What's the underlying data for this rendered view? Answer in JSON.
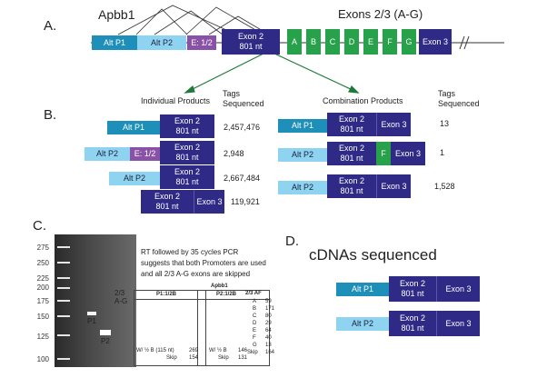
{
  "section_a": {
    "letter": "A.",
    "gene": "Apbb1",
    "exons_title": "Exons 2/3 (A-G)",
    "alt_p1": "Alt P1",
    "alt_p2": "Alt P2",
    "e12": "E: 1/2",
    "exon2": "Exon 2\n801 nt",
    "exons": [
      "A",
      "B",
      "C",
      "D",
      "E",
      "F",
      "G"
    ],
    "exon3": "Exon 3",
    "break_mark": "//"
  },
  "section_b": {
    "letter": "B.",
    "individual_header": "Individual Products",
    "tags_header_1": "Tags\nSequenced",
    "combination_header": "Combination Products",
    "tags_header_2": "Tags\nSequenced",
    "individual": [
      {
        "left": "Alt P1",
        "exon2": "Exon 2\n801 nt",
        "tags": "2,457,476"
      },
      {
        "left": "Alt P2",
        "mid": "E: 1/2",
        "exon2": "Exon 2\n801 nt",
        "tags": "2,948"
      },
      {
        "left": "Alt P2",
        "exon2": "Exon 2\n801 nt",
        "tags": "2,667,484"
      },
      {
        "exon2": "Exon 2\n801 nt",
        "exon3": "Exon 3",
        "tags": "119,921"
      }
    ],
    "combination": [
      {
        "left": "Alt P1",
        "exon2": "Exon 2\n801 nt",
        "exon3": "Exon 3",
        "tags": "13"
      },
      {
        "left": "Alt P2",
        "exon2": "Exon 2\n801 nt",
        "mid": "F",
        "exon3": "Exon 3",
        "tags": "1"
      },
      {
        "left": "Alt P2",
        "exon2": "Exon 2\n801 nt",
        "exon3": "Exon 3",
        "tags": "1,528"
      }
    ]
  },
  "section_c": {
    "letter": "C.",
    "ladder": [
      "275",
      "250",
      "225",
      "200",
      "175",
      "150",
      "125",
      "100"
    ],
    "band_p1": "P1",
    "band_p2": "P2",
    "band_ag": "2/3\nA-G",
    "note": "RT followed by 35 cycles PCR\nsuggests that both Promoters are used\nand all 2/3 A-G exons are skipped",
    "table_title": "Apbb1",
    "col_headers": [
      "P1:1/2B",
      "P2:1/2B",
      "2/3 AF"
    ],
    "p1_rows": [
      [
        "W/ ½ B (115 nt)",
        "269"
      ],
      [
        "Skip",
        "154"
      ]
    ],
    "p2_rows": [
      [
        "W/ ½ B",
        "146"
      ],
      [
        "Skip",
        "131"
      ]
    ],
    "af_rows": [
      [
        "A",
        "59"
      ],
      [
        "B",
        "171"
      ],
      [
        "C",
        "80"
      ],
      [
        "D",
        "29"
      ],
      [
        "E",
        "64"
      ],
      [
        "F",
        "40"
      ],
      [
        "G",
        "13"
      ],
      [
        "Skip",
        "164"
      ]
    ]
  },
  "section_d": {
    "letter": "D.",
    "title": "cDNAs sequenced",
    "rows": [
      {
        "left": "Alt P1",
        "exon2": "Exon 2\n801 nt",
        "exon3": "Exon 3"
      },
      {
        "left": "Alt P2",
        "exon2": "Exon 2\n801 nt",
        "exon3": "Exon 3"
      }
    ]
  },
  "colors": {
    "navy": "#2e2a86",
    "teal": "#1d8fb8",
    "light_blue": "#8ed3ef",
    "purple": "#8a52a7",
    "green": "#27a24b",
    "arrow_green": "#1f7a3a"
  }
}
